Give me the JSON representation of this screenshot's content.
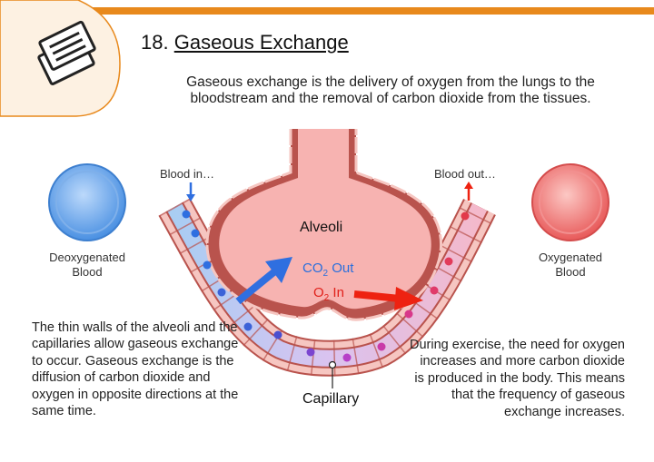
{
  "header": {
    "number": "18.",
    "title": "Gaseous Exchange",
    "intro": "Gaseous exchange is the delivery of oxygen from the lungs to the bloodstream and the removal of carbon dioxide from the tissues."
  },
  "diagram": {
    "blood_in": "Blood in…",
    "blood_out": "Blood out…",
    "deoxygenated": [
      "Deoxygenated",
      "Blood"
    ],
    "oxygenated": [
      "Oxygenated",
      "Blood"
    ],
    "alveoli": "Alveoli",
    "co2_out": {
      "prefix": "CO",
      "sub": "2",
      "suffix": " Out"
    },
    "o2_in": {
      "prefix": "O",
      "sub": "2",
      "suffix": " In"
    },
    "capillary": "Capillary"
  },
  "notes": {
    "left": "The thin walls of the alveoli and the capillaries allow gaseous exchange to occur. Gaseous exchange is the diffusion of carbon dioxide and oxygen in opposite directions at the same time.",
    "right": "During exercise, the need for oxygen increases and more carbon dioxide is produced in the body. This means that the frequency of gaseous exchange increases."
  },
  "colors": {
    "accent": "#e8891c",
    "deoxygenated": "#4a90e2",
    "oxygenated": "#e85a5a",
    "alveoli_fill": "#f7b3b1",
    "co2_arrow": "#2f6fe0",
    "o2_arrow": "#ee2211"
  },
  "icons": {
    "corner": "notes-cards-icon"
  }
}
